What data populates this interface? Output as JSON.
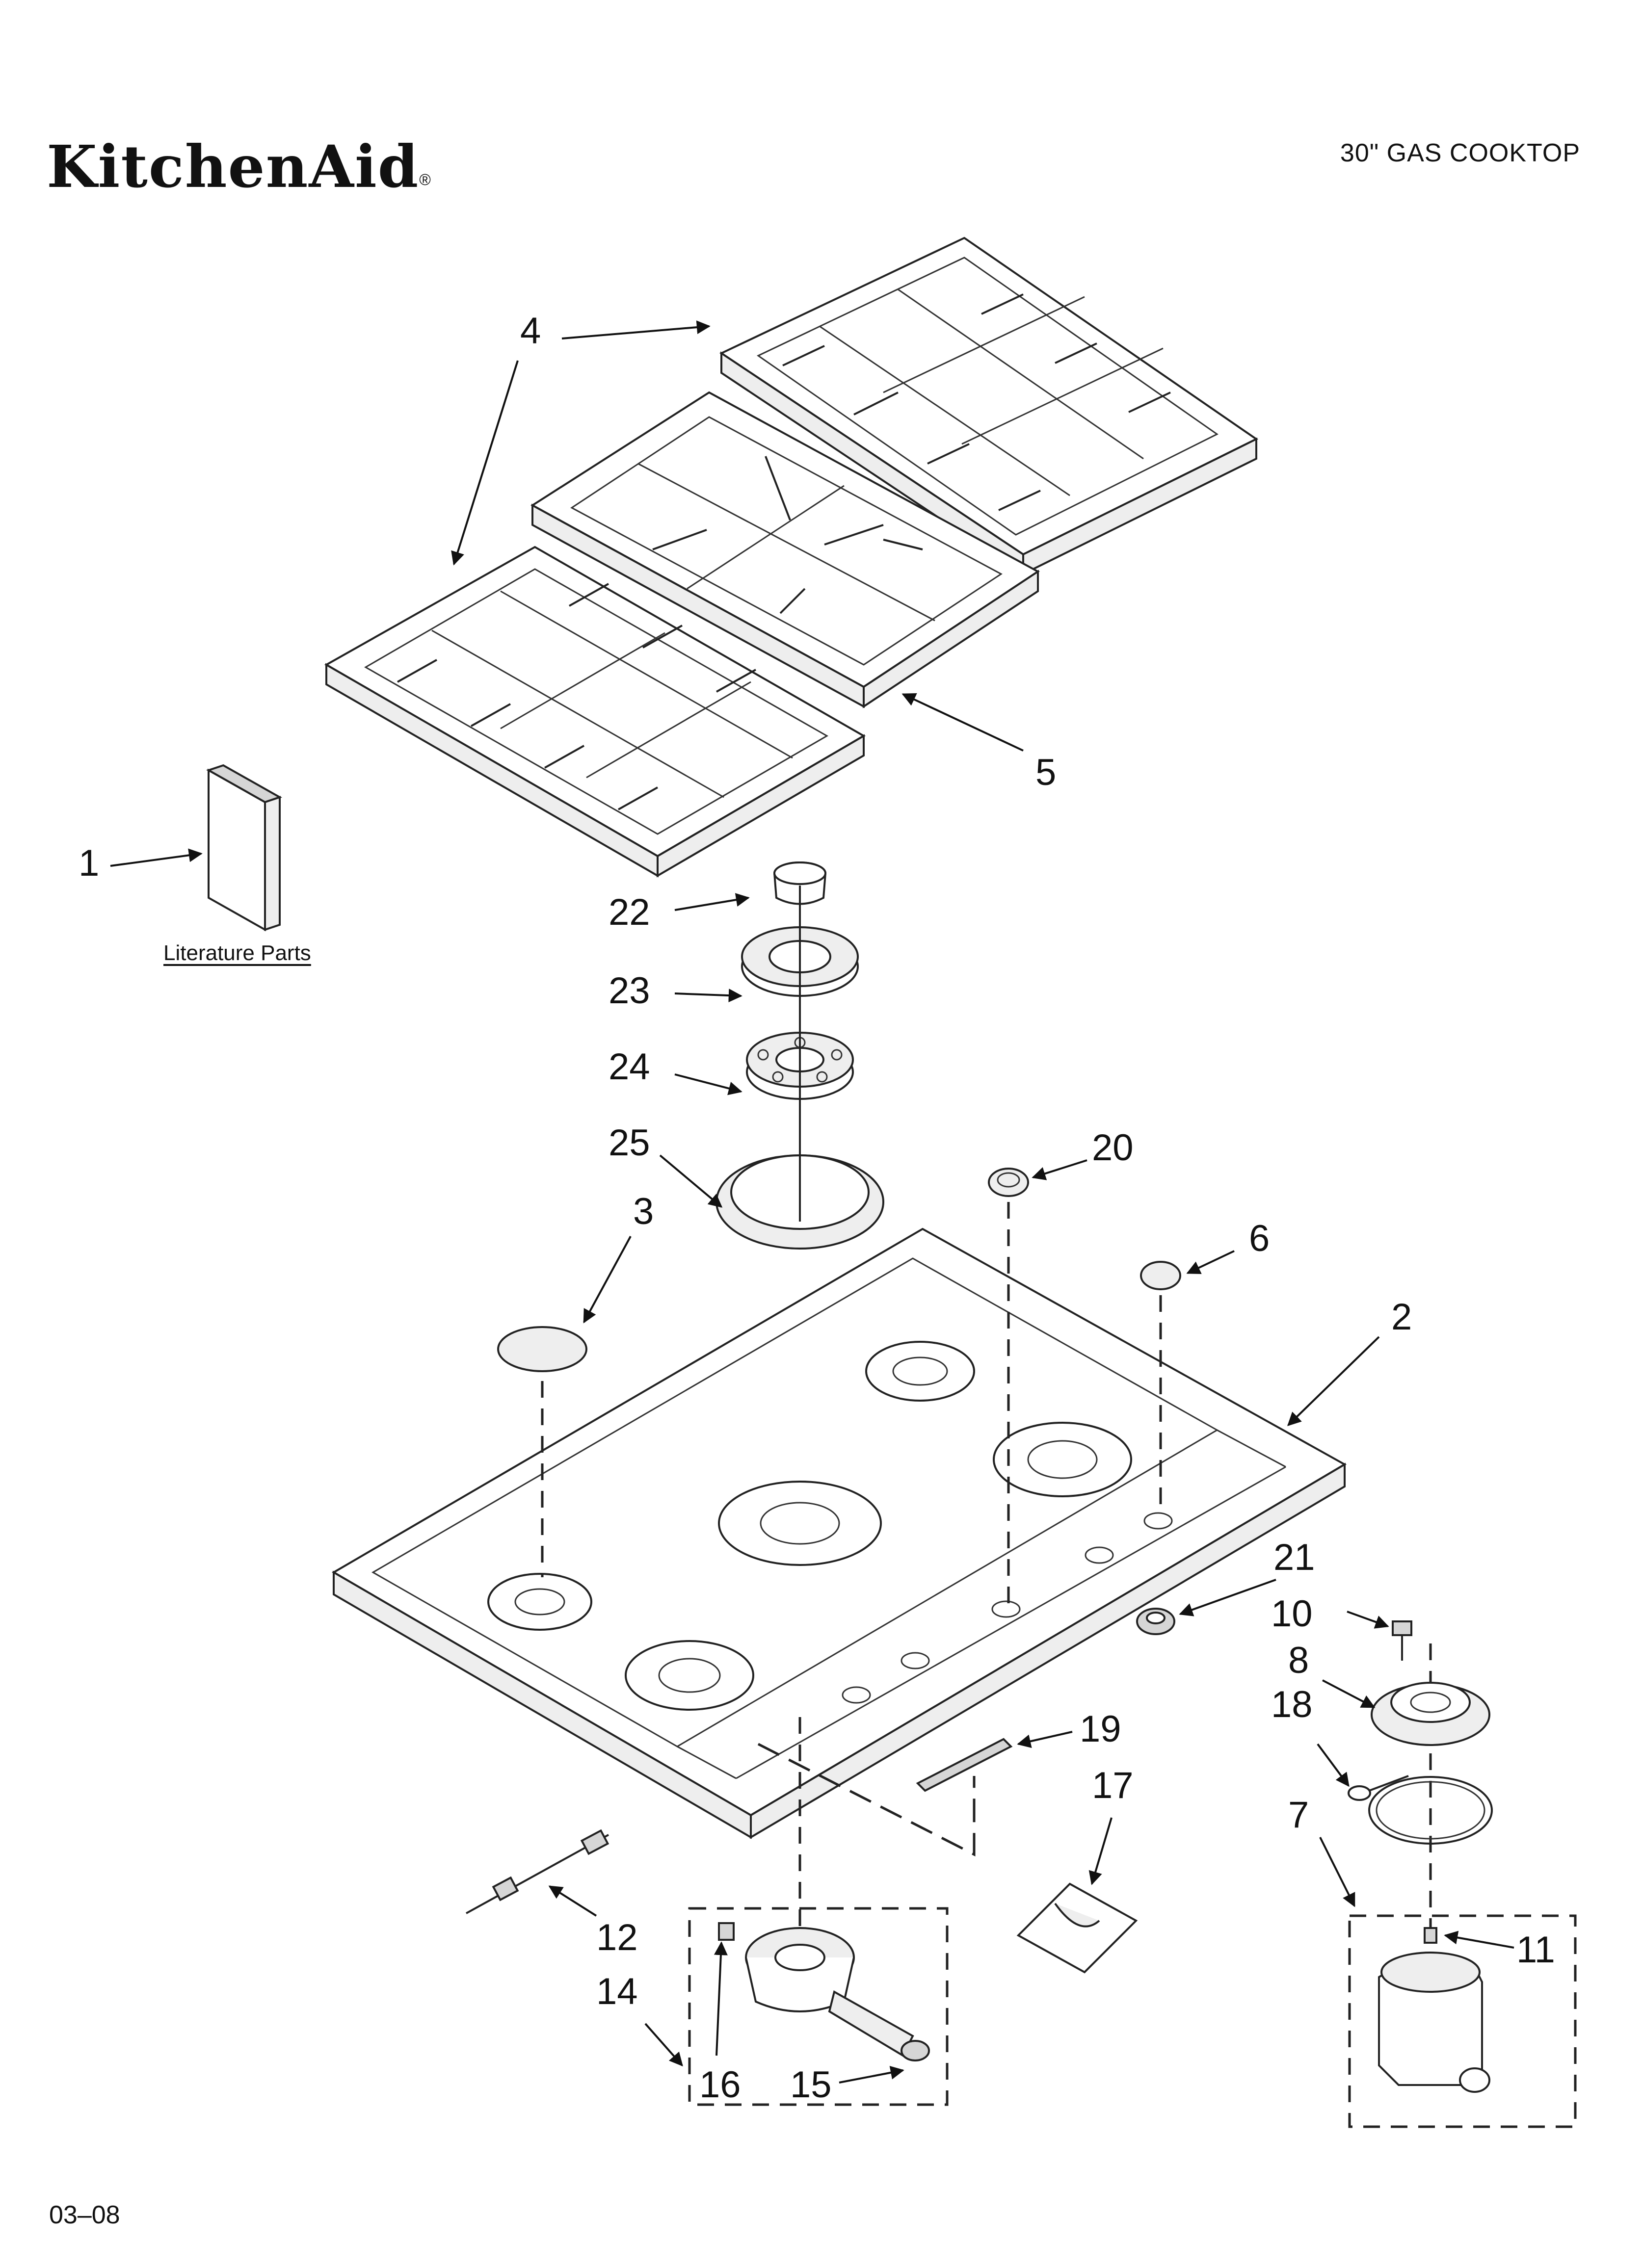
{
  "header": {
    "brand": "KitchenAid",
    "brand_mark": "®",
    "title": "30\" GAS COOKTOP"
  },
  "literature_label": "Literature Parts",
  "footer": {
    "code": "03–08"
  },
  "callouts": {
    "c1": "1",
    "c2": "2",
    "c3": "3",
    "c4": "4",
    "c5": "5",
    "c6": "6",
    "c7": "7",
    "c8": "8",
    "c10": "10",
    "c11": "11",
    "c12": "12",
    "c14": "14",
    "c15": "15",
    "c16": "16",
    "c17": "17",
    "c18": "18",
    "c19": "19",
    "c20": "20",
    "c21": "21",
    "c22": "22",
    "c23": "23",
    "c24": "24",
    "c25": "25"
  }
}
